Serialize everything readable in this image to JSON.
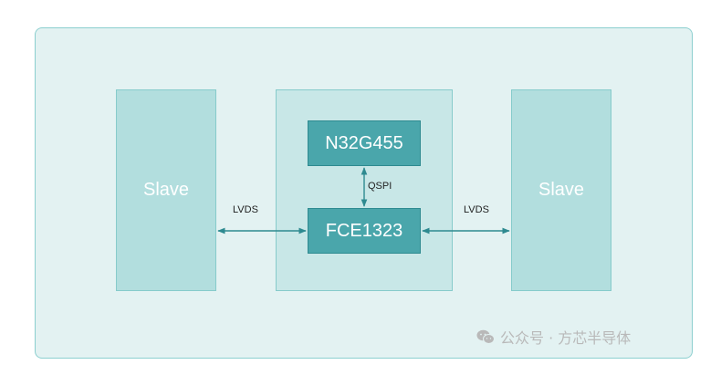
{
  "diagram": {
    "left_slave": {
      "label": "Slave"
    },
    "right_slave": {
      "label": "Slave"
    },
    "mcu_chip": {
      "label": "N32G455"
    },
    "fce_chip": {
      "label": "FCE1323"
    },
    "link_qspi": {
      "label": "QSPI"
    },
    "link_left": {
      "label": "LVDS"
    },
    "link_right": {
      "label": "LVDS"
    }
  },
  "watermark": {
    "icon": "wechat-icon",
    "text": "公众号 · 方芯半导体"
  },
  "colors": {
    "background_panel": "#e3f2f2",
    "slave_fill": "#b2dede",
    "master_fill": "#c8e7e7",
    "chip_fill": "#4aa6ab",
    "arrow": "#2e8a90"
  }
}
